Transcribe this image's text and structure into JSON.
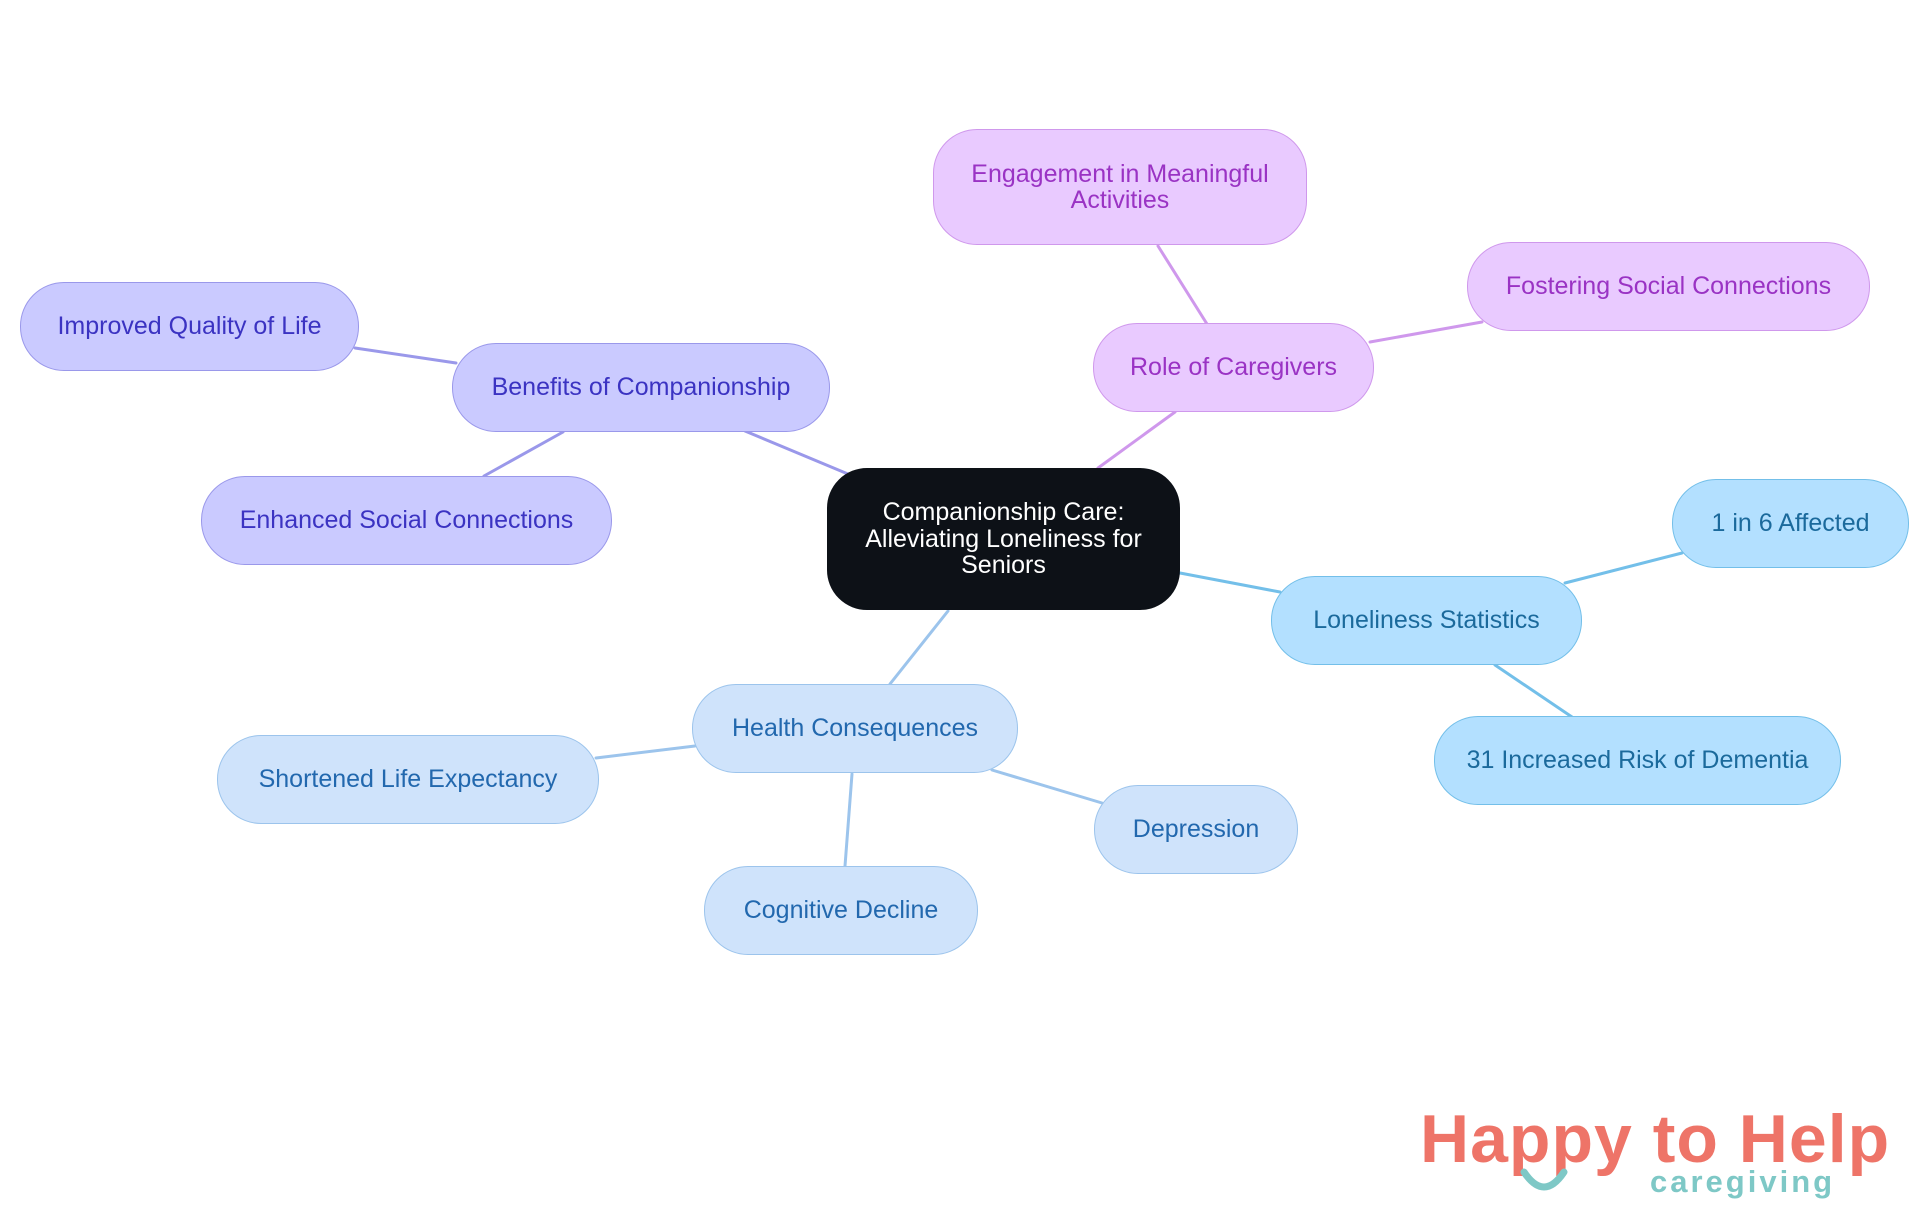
{
  "mindmap": {
    "root": "Companionship Care: Alleviating Loneliness for Seniors",
    "branches": [
      {
        "label": "Benefits of Companionship",
        "color": "#9a98ea",
        "children": [
          "Improved Quality of Life",
          "Enhanced Social Connections"
        ]
      },
      {
        "label": "Role of Caregivers",
        "color": "#cf98ec",
        "children": [
          "Engagement in Meaningful Activities",
          "Fostering Social Connections"
        ]
      },
      {
        "label": "Loneliness Statistics",
        "color": "#73bfe9",
        "children": [
          "1 in 6 Affected",
          "31 Increased Risk of Dementia"
        ]
      },
      {
        "label": "Health Consequences",
        "color": "#9cc4ec",
        "children": [
          "Shortened Life Expectancy",
          "Cognitive Decline",
          "Depression"
        ]
      }
    ]
  },
  "logo": {
    "brand": "Happy to Help",
    "tagline": "caregiving"
  }
}
